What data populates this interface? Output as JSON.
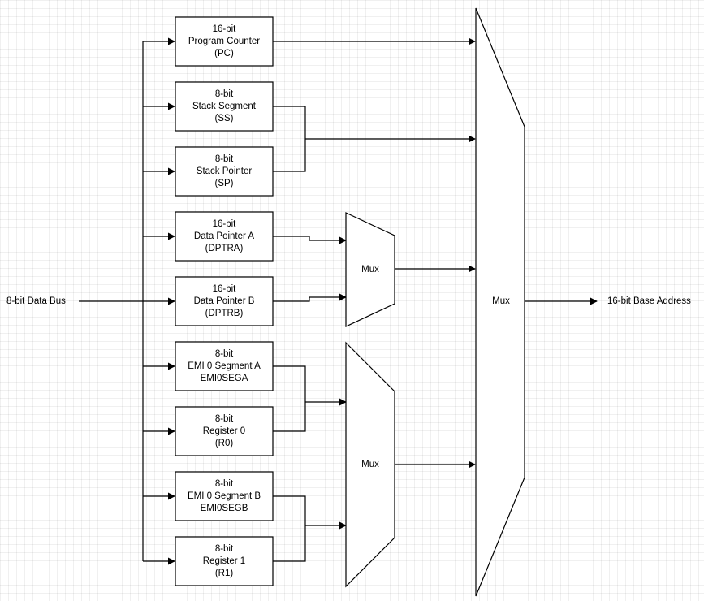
{
  "input_label": "8-bit Data Bus",
  "output_label": "16-bit Base Address",
  "registers": [
    {
      "lines": [
        "16-bit",
        "Program Counter",
        "(PC)"
      ]
    },
    {
      "lines": [
        "8-bit",
        "Stack Segment",
        "(SS)"
      ]
    },
    {
      "lines": [
        "8-bit",
        "Stack Pointer",
        "(SP)"
      ]
    },
    {
      "lines": [
        "16-bit",
        "Data Pointer A",
        "(DPTRA)"
      ]
    },
    {
      "lines": [
        "16-bit",
        "Data Pointer B",
        "(DPTRB)"
      ]
    },
    {
      "lines": [
        "8-bit",
        "EMI 0 Segment A",
        "EMI0SEGA"
      ]
    },
    {
      "lines": [
        "8-bit",
        "Register 0",
        "(R0)"
      ]
    },
    {
      "lines": [
        "8-bit",
        "EMI 0 Segment B",
        "EMI0SEGB"
      ]
    },
    {
      "lines": [
        "8-bit",
        "Register 1",
        "(R1)"
      ]
    }
  ],
  "muxes": {
    "dptr_mux": "Mux",
    "emi_mux": "Mux",
    "main_mux": "Mux"
  }
}
